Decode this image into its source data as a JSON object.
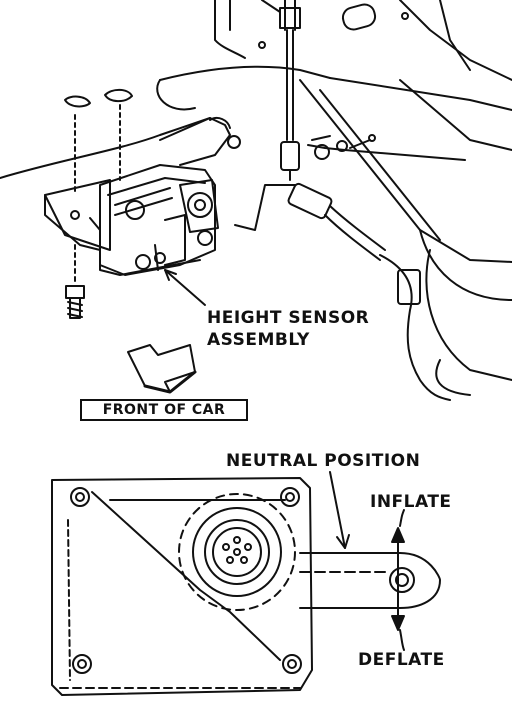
{
  "labels": {
    "height_sensor_line1": "HEIGHT SENSOR",
    "height_sensor_line2": "ASSEMBLY",
    "front_of_car": "FRONT OF CAR",
    "neutral_position": "NEUTRAL POSITION",
    "inflate": "INFLATE",
    "deflate": "DEFLATE"
  },
  "colors": {
    "ink": "#111111",
    "paper": "#ffffff"
  }
}
